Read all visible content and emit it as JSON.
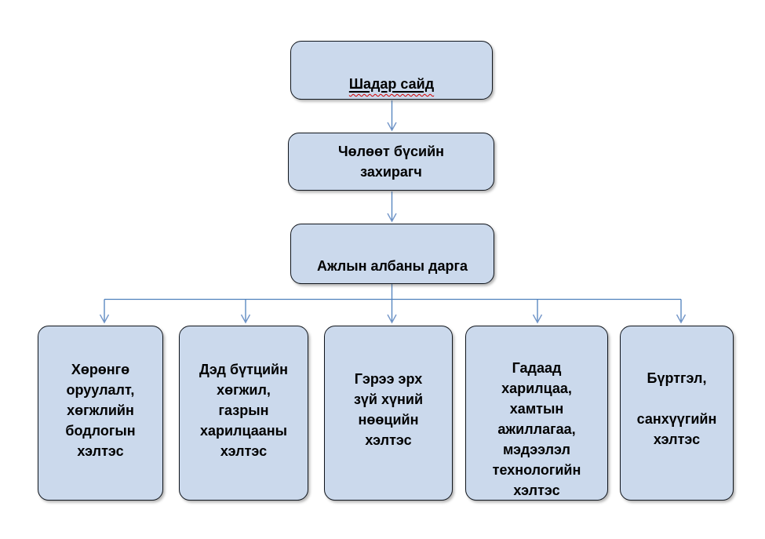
{
  "diagram": {
    "type": "org-chart",
    "colors": {
      "node_fill": "#cbd9ec",
      "node_border": "#10151c",
      "connector": "#4f81bd",
      "arrowhead": "#7396c8",
      "spellcheck_underline": "#d40000",
      "text": "#000000",
      "background": "#ffffff"
    },
    "nodes": {
      "chief": {
        "label": "Шадар сайд"
      },
      "governor": {
        "label": "Чөлөөт бүсийн\nзахирагч"
      },
      "office_head": {
        "label": "Ажлын албаны дарга"
      },
      "dept_investment": {
        "label": "Хөрөнгө\nоруулалт,\nхөгжлийн\nбодлогын\nхэлтэс"
      },
      "dept_infrastructure": {
        "label": "Дэд бүтцийн\nхөгжил,\nгазрын\nхарилцааны\nхэлтэс"
      },
      "dept_legal_hr": {
        "label": "Гэрээ эрх\nзүй хүний\nнөөцийн\nхэлтэс"
      },
      "dept_foreign_relations": {
        "label": "Гадаад\nхарилцаа,\nхамтын\nажиллагаа,\nмэдээлэл\nтехнологийн\nхэлтэс"
      },
      "dept_registry_finance": {
        "label": "Бүртгэл,\n\nсанхүүгийн\nхэлтэс"
      }
    }
  }
}
